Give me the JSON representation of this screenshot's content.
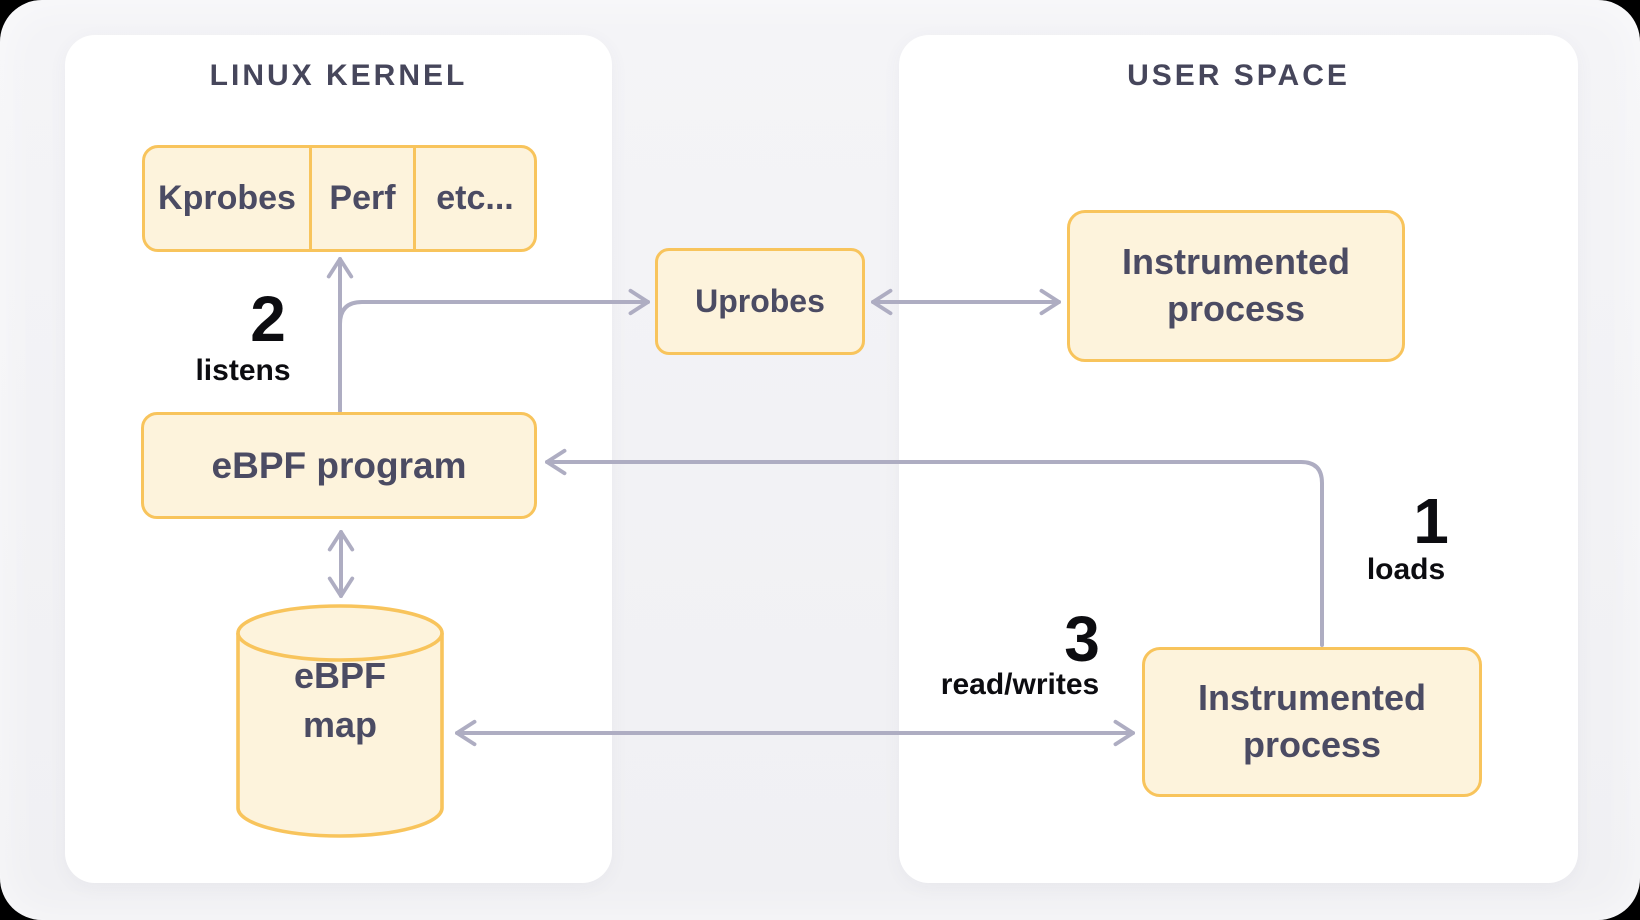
{
  "colors": {
    "page_bg": "#000000",
    "canvas_bg": "#F1F1F4",
    "panel_bg": "#FFFFFF",
    "node_fill": "#FDF3DC",
    "node_border": "#F8C45C",
    "arrow": "#AEADC2",
    "title_text": "#46465B",
    "node_text": "#4B4B63",
    "annotation_text": "#0C0C10"
  },
  "panels": {
    "kernel": {
      "title": "LINUX KERNEL"
    },
    "user": {
      "title": "USER SPACE"
    }
  },
  "nodes": {
    "kprobes": {
      "label": "Kprobes"
    },
    "perf": {
      "label": "Perf"
    },
    "etc": {
      "label": "etc..."
    },
    "uprobes": {
      "label": "Uprobes"
    },
    "instrumented_top": {
      "label": "Instrumented process"
    },
    "ebpf_program": {
      "label": "eBPF program"
    },
    "ebpf_map": {
      "label": "eBPF map"
    },
    "instrumented_bottom": {
      "label": "Instrumented process"
    }
  },
  "steps": {
    "s1": {
      "number": "1",
      "label": "loads"
    },
    "s2": {
      "number": "2",
      "label": "listens"
    },
    "s3": {
      "number": "3",
      "label": "read/writes"
    }
  }
}
